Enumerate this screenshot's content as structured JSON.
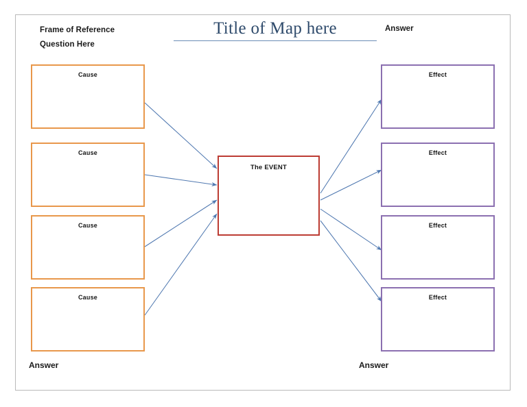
{
  "page": {
    "frame_border_color": "#b9b9b9",
    "background": "#ffffff"
  },
  "header": {
    "frame_of_reference_line1": "Frame of Reference",
    "frame_of_reference_line2": "Question Here",
    "title": "Title of Map here",
    "title_color": "#2e4a6b",
    "title_underline_color": "#6b8cb5",
    "answer_top": "Answer"
  },
  "footer": {
    "answer_left": "Answer",
    "answer_right": "Answer"
  },
  "colors": {
    "cause_border": "#E8974A",
    "effect_border": "#8B6FB0",
    "event_border": "#BC3B32",
    "arrow": "#4F78B0"
  },
  "causes": [
    {
      "label": "Cause"
    },
    {
      "label": "Cause"
    },
    {
      "label": "Cause"
    },
    {
      "label": "Cause"
    }
  ],
  "event": {
    "label": "The EVENT"
  },
  "effects": [
    {
      "label": "Effect"
    },
    {
      "label": "Effect"
    },
    {
      "label": "Effect"
    },
    {
      "label": "Effect"
    }
  ],
  "arrows": {
    "cause_to_event": [
      {
        "from": "cause-1",
        "to": "event"
      },
      {
        "from": "cause-2",
        "to": "event"
      },
      {
        "from": "cause-3",
        "to": "event"
      },
      {
        "from": "cause-4",
        "to": "event"
      }
    ],
    "event_to_effect": [
      {
        "from": "event",
        "to": "effect-1"
      },
      {
        "from": "event",
        "to": "effect-2"
      },
      {
        "from": "event",
        "to": "effect-3"
      },
      {
        "from": "event",
        "to": "effect-4"
      }
    ]
  }
}
